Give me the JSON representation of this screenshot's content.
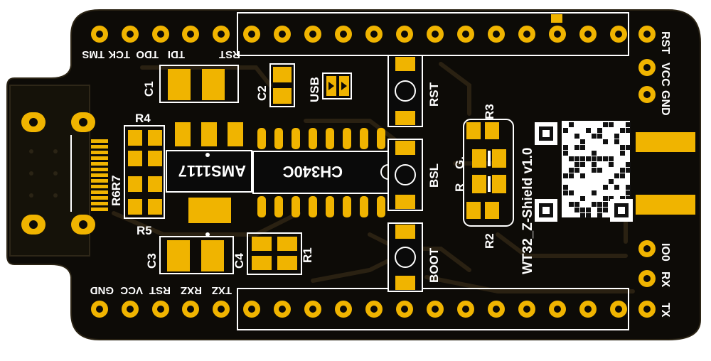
{
  "colors": {
    "board": "#0d0b07",
    "trace": "#2a2112",
    "gold": "#f0b400",
    "silk": "#ffffff",
    "chip": "#0a0a0a"
  },
  "top_header": {
    "labels": [
      "TMS",
      "TCK",
      "TDO",
      "TDI",
      "RST"
    ],
    "left_pin_count": 5,
    "right_pin_count": 13
  },
  "bottom_header": {
    "labels": [
      "GND",
      "VCC",
      "RST",
      "RXZ",
      "TXZ"
    ],
    "left_pin_count": 5,
    "right_pin_count": 13
  },
  "right_pins": {
    "labels": [
      "RST",
      "VCC",
      "GND",
      "IO0",
      "RX",
      "TX"
    ]
  },
  "components": {
    "c1": "C1",
    "c2": "C2",
    "c3": "C3",
    "c4": "C4",
    "r1": "R1",
    "r2": "R2",
    "r3": "R3",
    "r4": "R4",
    "r5": "R5",
    "r6r7": "R6R7",
    "usb": "USB",
    "regulator": "AMS1117",
    "usb_chip": "CH340C",
    "rst_button": "RST",
    "bsl_button": "BSL",
    "boot_button": "BOOT",
    "led_r": "R",
    "led_g": "G."
  },
  "board_name": "WT32_Z-Shield v1.0",
  "qr_icon": "qr-code-icon"
}
